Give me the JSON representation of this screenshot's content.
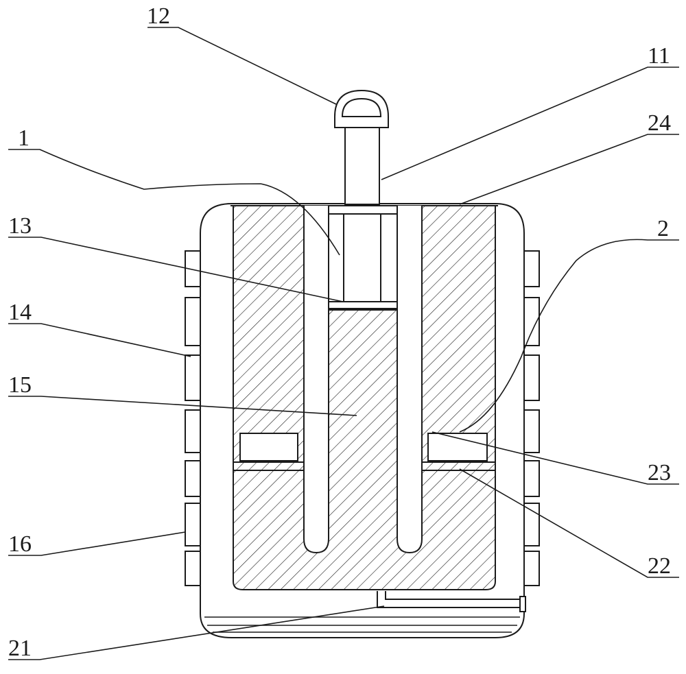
{
  "diagram": {
    "colors": {
      "line": "#1a1a1a",
      "background": "#ffffff"
    },
    "labels": {
      "l1": "1",
      "l2": "2",
      "l11": "11",
      "l12": "12",
      "l13": "13",
      "l14": "14",
      "l15": "15",
      "l16": "16",
      "l21": "21",
      "l22": "22",
      "l23": "23",
      "l24": "24"
    }
  }
}
